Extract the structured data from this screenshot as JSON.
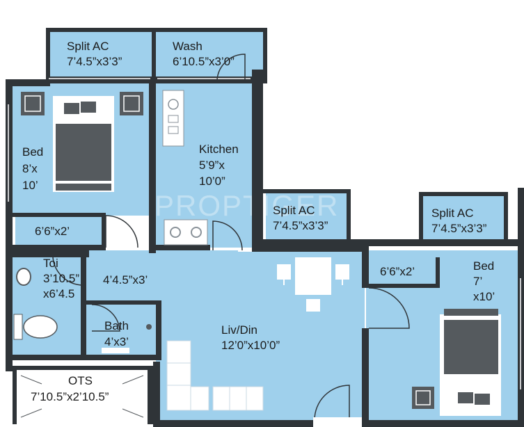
{
  "colors": {
    "room_fill": "#9fd0ec",
    "room_fill_light": "#b6dcf1",
    "wall": "#2f3438",
    "furniture": "#ffffff",
    "furniture_dark": "#555a5e",
    "text": "#1a1a1a"
  },
  "watermark": "PROPTIGER",
  "rooms": {
    "split_ac_1": {
      "name": "Split AC",
      "size": "7’4.5”x3’3”"
    },
    "wash": {
      "name": "Wash",
      "size": "6’10.5”x3’0”"
    },
    "bed_1": {
      "name": "Bed",
      "line2": "8’x",
      "line3": "10’"
    },
    "kitchen": {
      "name": "Kitchen",
      "line2": "5’9”x",
      "line3": "10’0”"
    },
    "ledge_1": {
      "size": "6’6”x2’"
    },
    "split_ac_2": {
      "name": "Split AC",
      "size": "7’4.5”x3’3”"
    },
    "split_ac_3": {
      "name": "Split AC",
      "size": "7’4.5”x3’3”"
    },
    "toilet": {
      "name": "Toi",
      "line2": "3’10.5”",
      "line3": "x6’4.5"
    },
    "passage": {
      "size": "4’4.5”x3’"
    },
    "ledge_2": {
      "size": "6’6”x2’"
    },
    "bed_2": {
      "name": "Bed",
      "line2": "7’",
      "line3": "x10’"
    },
    "bath": {
      "name": "Bath",
      "size": "4’x3’"
    },
    "living": {
      "name": "Liv/Din",
      "size": "12’0”x10’0”"
    },
    "ots": {
      "name": "OTS",
      "size": "7’10.5”x2’10.5”"
    }
  }
}
